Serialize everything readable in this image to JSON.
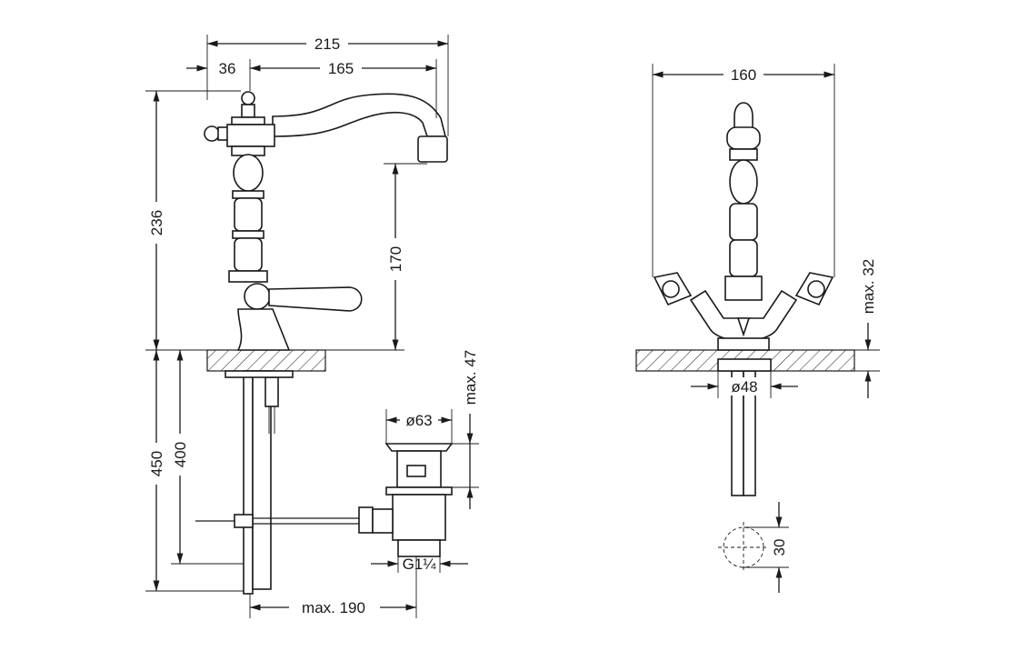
{
  "drawing": {
    "side_view": {
      "overall_width": "215",
      "lever_offset": "36",
      "spout_reach": "165",
      "overall_height": "236",
      "spout_height": "170",
      "drain_max_height": "max. 47",
      "drain_diameter": "ø63",
      "hose_length": "450",
      "drain_length": "400",
      "drain_thread": "G1¼",
      "drain_max_reach": "max. 190"
    },
    "front_view": {
      "handle_span": "160",
      "deck_thickness": "max. 32",
      "base_diameter": "ø48",
      "hole_diameter": "30"
    }
  }
}
